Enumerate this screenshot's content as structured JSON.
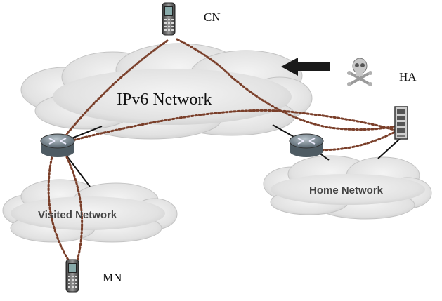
{
  "labels": {
    "cn": "CN",
    "ha": "HA",
    "mn": "MN",
    "ipv6_network": "IPv6 Network",
    "home_network": "Home Network",
    "visited_network": "Visited Network"
  },
  "colors": {
    "cloud_fill": "#e6e6e6",
    "cloud_edge": "#b8b8b8",
    "link_line": "#111111",
    "tunnel_dots": "#7a3f2a",
    "router_fill": "#6f7f8a",
    "arrow": "#1a1a1a"
  },
  "icons": [
    "mobile-phone-icon",
    "router-icon",
    "skull-crossbones-icon",
    "server-rack-icon",
    "arrow-left-icon"
  ]
}
